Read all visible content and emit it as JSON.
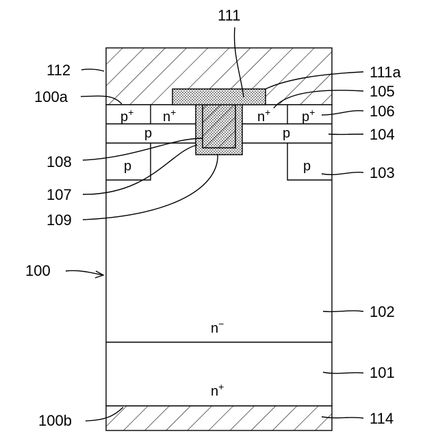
{
  "labels": {
    "l111": "111",
    "l111a": "111a",
    "l112": "112",
    "l105": "105",
    "l100a": "100a",
    "l106": "106",
    "l104": "104",
    "l108": "108",
    "l103": "103",
    "l107": "107",
    "l109": "109",
    "l100": "100",
    "l102": "102",
    "l101": "101",
    "l100b": "100b",
    "l114": "114"
  },
  "regions": {
    "p_plus_base": "p",
    "n_plus_base": "n",
    "plus": "+",
    "minus": "−",
    "p": "p",
    "n_minus_base": "n"
  }
}
